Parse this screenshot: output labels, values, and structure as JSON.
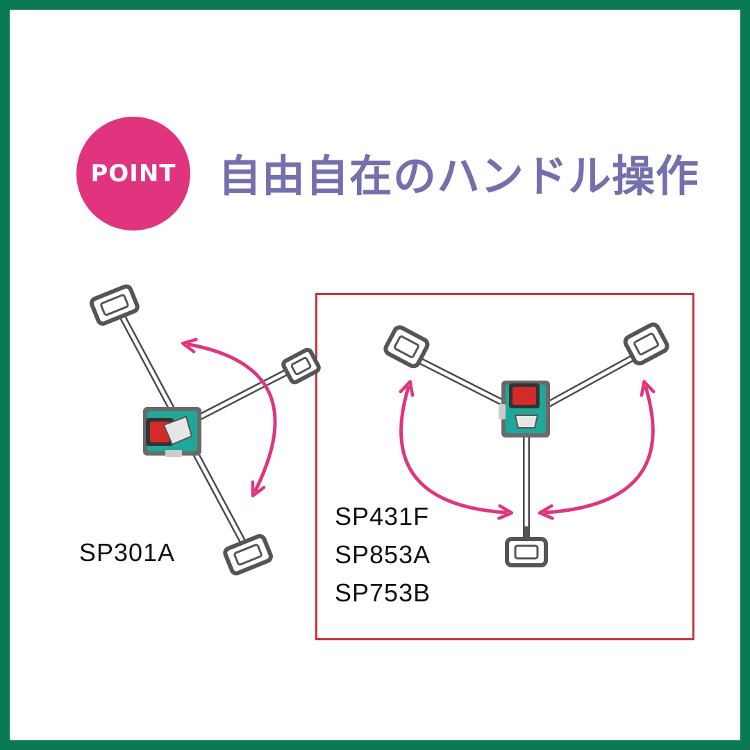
{
  "badge": {
    "label": "POINT"
  },
  "headline": {
    "text": "自由自在のハンドル操作"
  },
  "models_left": [
    "SP301A"
  ],
  "models_right": [
    "SP431F",
    "SP853A",
    "SP753B"
  ],
  "colors": {
    "frame": "#0a7a52",
    "badge": "#e0357e",
    "headline": "#7470ae",
    "arrow": "#e0357e",
    "highlight_box": "#c8323a",
    "machine_teal": "#1fa89a",
    "machine_red": "#d42a2a"
  },
  "icons": [
    "two-handle-machine-icon",
    "three-handle-machine-icon",
    "rotation-arrow-icon"
  ]
}
